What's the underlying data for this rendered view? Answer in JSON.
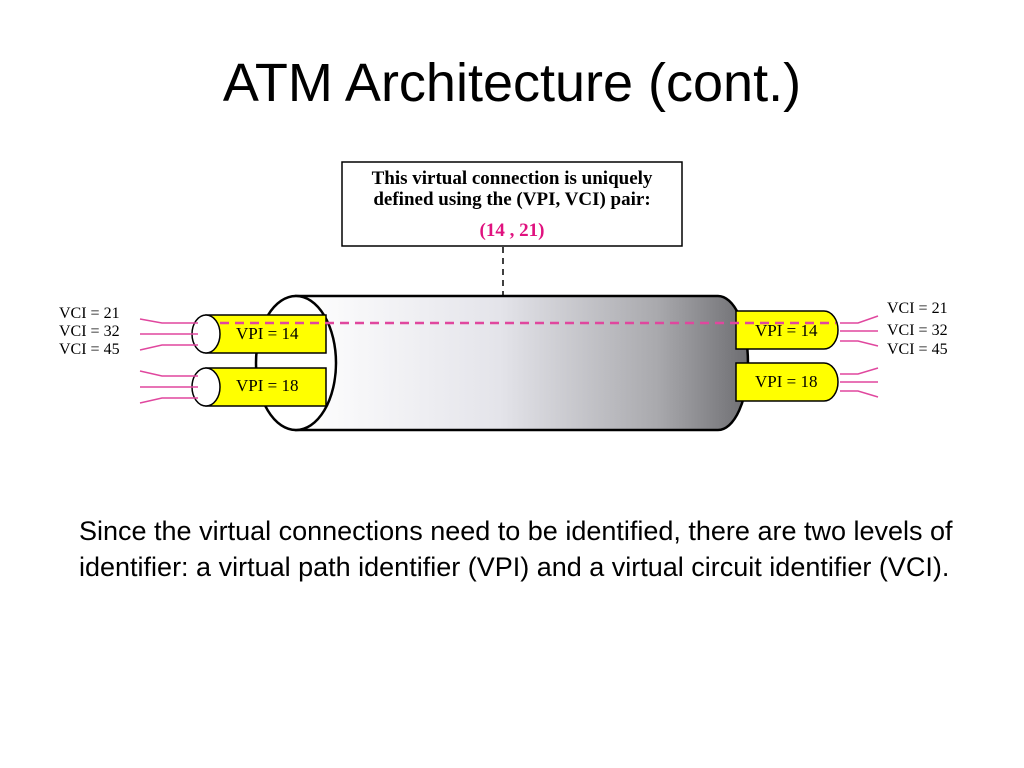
{
  "slide": {
    "title": "ATM Architecture (cont.)",
    "body": "Since the virtual connections need to be identified, there are two levels of identifier: a virtual path identifier (VPI) and a virtual circuit identifier (VCI)."
  },
  "diagram": {
    "callout": {
      "line1": "This virtual connection is uniquely",
      "line2": "defined using the (VPI, VCI) pair:",
      "pair": "(14 ,  21)"
    },
    "left_vci_labels": [
      "VCI = 21",
      "VCI = 32",
      "VCI = 45"
    ],
    "right_vci_labels": [
      "VCI = 21",
      "VCI = 32",
      "VCI = 45"
    ],
    "left_vpi_labels": [
      "VPI = 14",
      "VPI = 18"
    ],
    "right_vpi_labels": [
      "VPI = 14",
      "VPI = 18"
    ],
    "colors": {
      "highlight": "#e0479e",
      "pair_text": "#e0127f",
      "vpi_fill": "#ffff00",
      "wire": "#e0479e"
    }
  }
}
